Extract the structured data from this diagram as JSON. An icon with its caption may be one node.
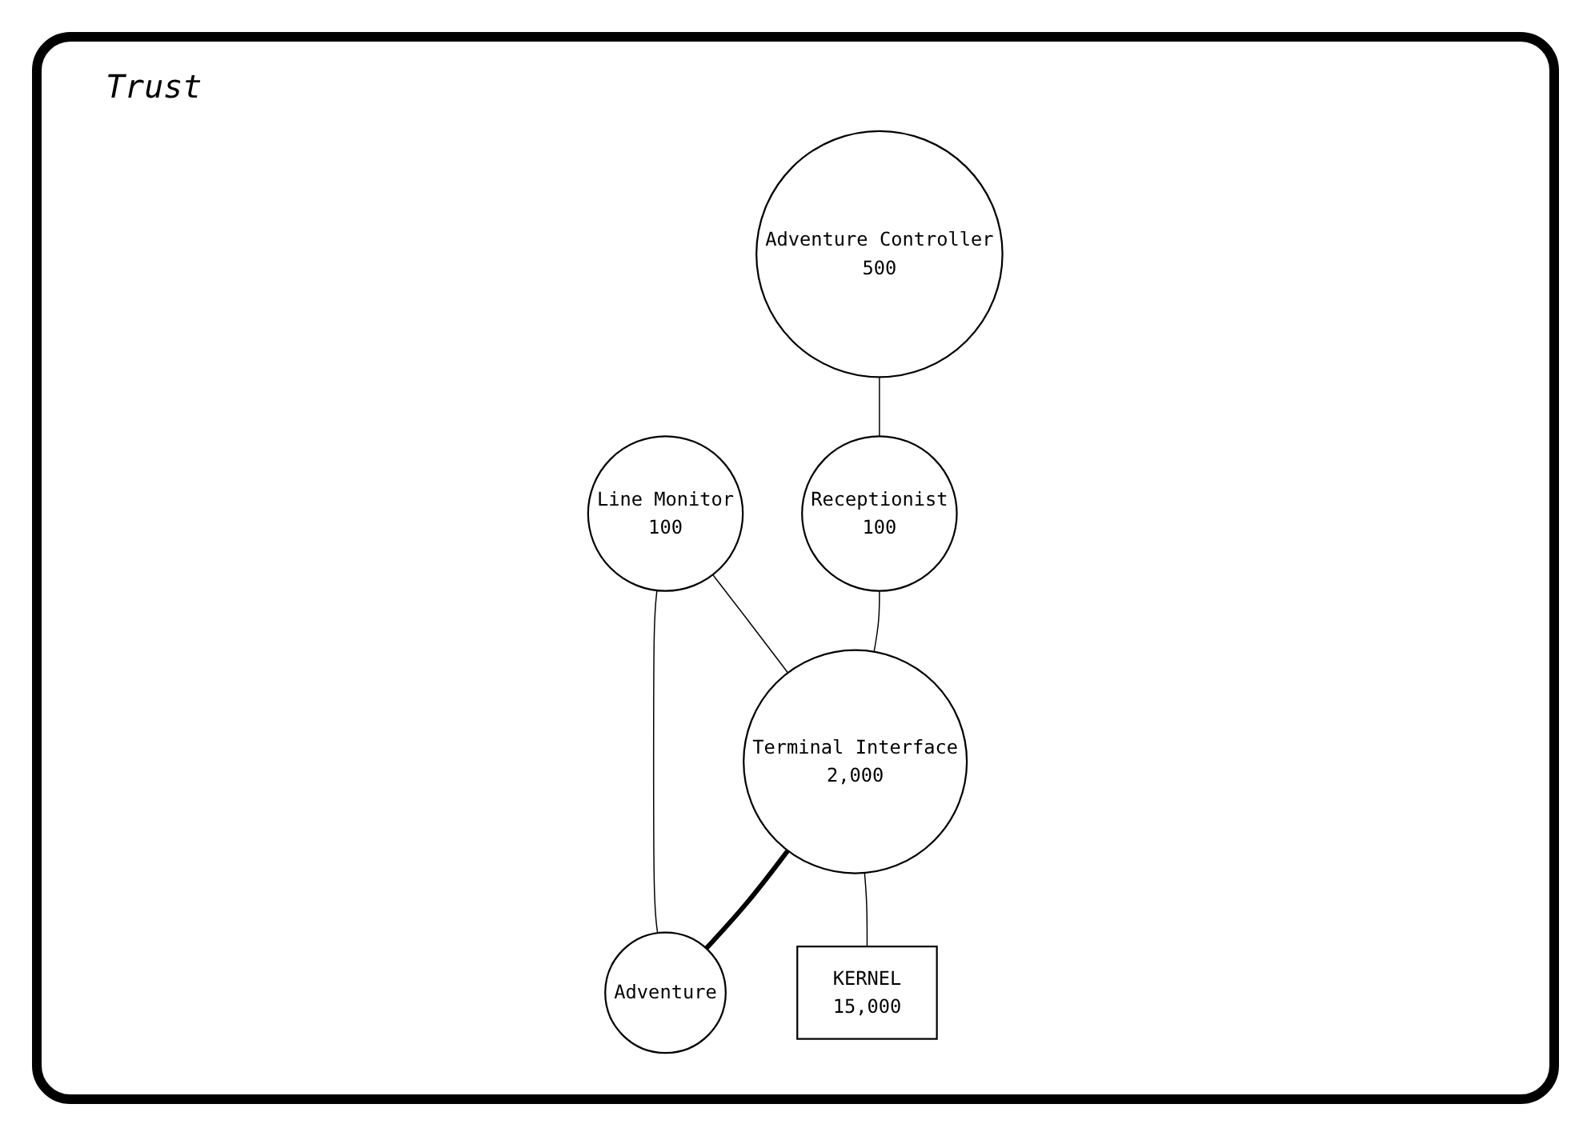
{
  "diagram": {
    "nodes": [
      {
        "text": [
          "Adventure Controller",
          "500"
        ]
      },
      {
        "text": [
          "Receptionist",
          "100"
        ]
      },
      {
        "text": [
          "Line Monitor",
          "100"
        ]
      },
      {
        "text": [
          "Adventure"
        ]
      },
      {
        "text": [
          "Terminal Interface",
          "2,000"
        ]
      },
      {
        "text": [
          "KERNEL",
          "15,000"
        ]
      }
    ],
    "edges": [
      {
        "from": 0,
        "to": 1,
        "arrow": "none"
      },
      {
        "from": 1,
        "to": 4,
        "arrow": "none"
      },
      {
        "from": 4,
        "to": 3,
        "arrow": "none",
        "style": "thick"
      },
      {
        "from": 2,
        "to": 4,
        "arrow": "none"
      },
      {
        "from": 2,
        "to": 3,
        "arrow": "none"
      },
      {
        "from": 4,
        "to": 5,
        "arrow": "none"
      }
    ],
    "labels": [
      "Trust"
    ]
  }
}
